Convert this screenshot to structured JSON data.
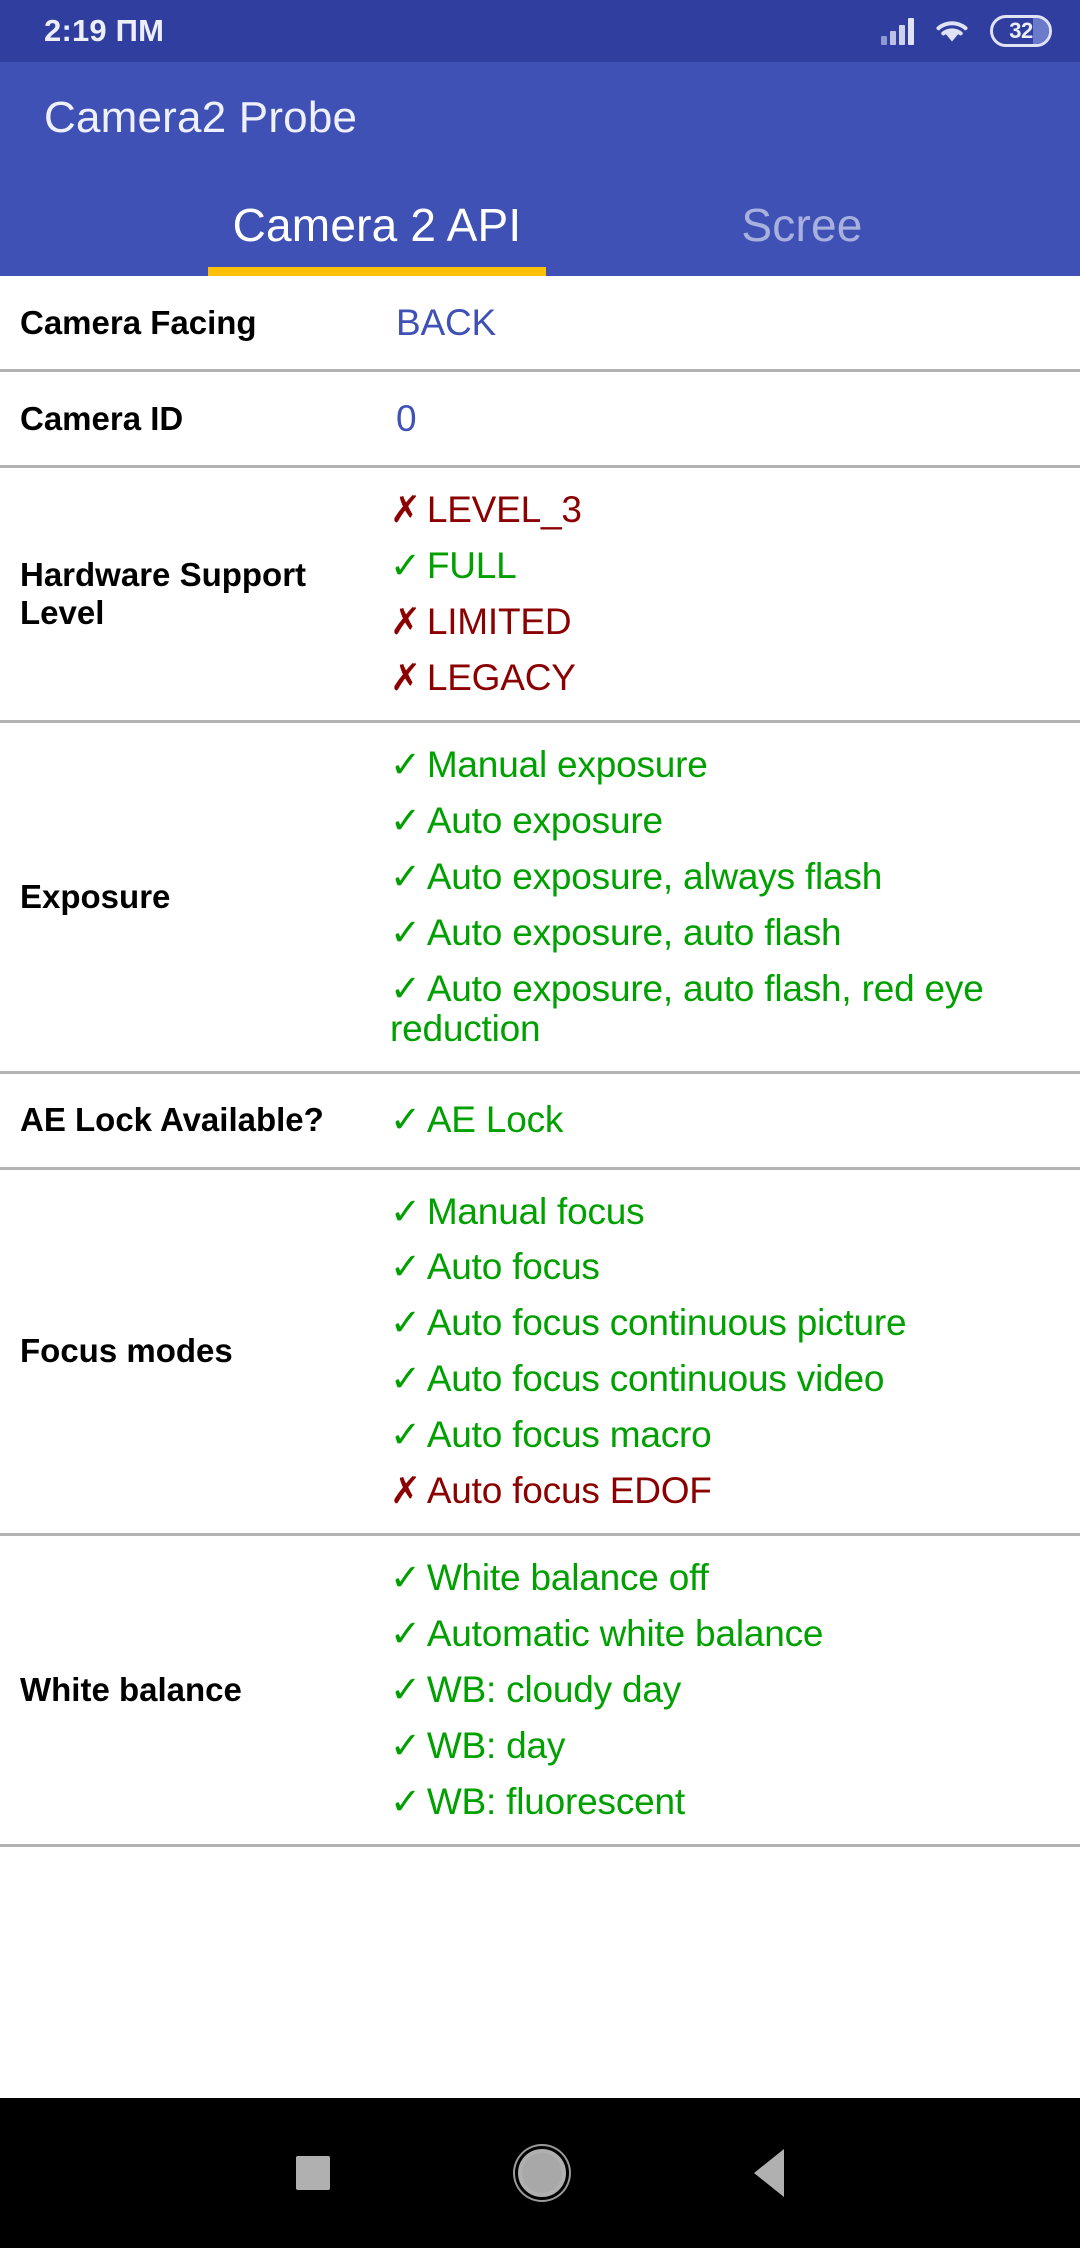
{
  "status_bar": {
    "clock": "2:19 ПМ",
    "battery_level": "32",
    "icons": [
      "signal-icon",
      "wifi-icon",
      "battery-icon"
    ]
  },
  "app_bar": {
    "title": "Camera2 Probe"
  },
  "tabs": [
    {
      "label": "Camera 2 API",
      "active": true
    },
    {
      "label": "Scree",
      "active": false
    }
  ],
  "colors": {
    "status_bar_bg": "#303F9F",
    "app_bar_bg": "#3F51B5",
    "tab_indicator": "#FFC107",
    "value_blue": "#3F51B5",
    "supported_green": "#00A000",
    "unsupported_red": "#8B0000",
    "divider": "#b3b3b3"
  },
  "table": {
    "rows": [
      {
        "label": "Camera Facing",
        "values": [
          {
            "mark": "",
            "text": "BACK",
            "state": "plain"
          }
        ]
      },
      {
        "label": "Camera ID",
        "values": [
          {
            "mark": "",
            "text": "0",
            "state": "plain"
          }
        ]
      },
      {
        "label": "Hardware Support Level",
        "values": [
          {
            "mark": "✗",
            "text": "LEVEL_3",
            "state": "no"
          },
          {
            "mark": "✓",
            "text": "FULL",
            "state": "yes"
          },
          {
            "mark": "✗",
            "text": "LIMITED",
            "state": "no"
          },
          {
            "mark": "✗",
            "text": "LEGACY",
            "state": "no"
          }
        ]
      },
      {
        "label": "Exposure",
        "values": [
          {
            "mark": "✓",
            "text": "Manual exposure",
            "state": "yes"
          },
          {
            "mark": "✓",
            "text": "Auto exposure",
            "state": "yes"
          },
          {
            "mark": "✓",
            "text": "Auto exposure, always flash",
            "state": "yes"
          },
          {
            "mark": "✓",
            "text": "Auto exposure, auto flash",
            "state": "yes"
          },
          {
            "mark": "✓",
            "text": "Auto exposure, auto flash, red eye reduction",
            "state": "yes"
          }
        ]
      },
      {
        "label": "AE Lock Available?",
        "values": [
          {
            "mark": "✓",
            "text": "AE Lock",
            "state": "yes"
          }
        ]
      },
      {
        "label": "Focus modes",
        "values": [
          {
            "mark": "✓",
            "text": "Manual focus",
            "state": "yes"
          },
          {
            "mark": "✓",
            "text": "Auto focus",
            "state": "yes"
          },
          {
            "mark": "✓",
            "text": "Auto focus continuous picture",
            "state": "yes"
          },
          {
            "mark": "✓",
            "text": "Auto focus continuous video",
            "state": "yes"
          },
          {
            "mark": "✓",
            "text": "Auto focus macro",
            "state": "yes"
          },
          {
            "mark": "✗",
            "text": "Auto focus EDOF",
            "state": "no"
          }
        ]
      },
      {
        "label": "White balance",
        "values": [
          {
            "mark": "✓",
            "text": "White balance off",
            "state": "yes"
          },
          {
            "mark": "✓",
            "text": "Automatic white balance",
            "state": "yes"
          },
          {
            "mark": "✓",
            "text": "WB: cloudy day",
            "state": "yes"
          },
          {
            "mark": "✓",
            "text": "WB: day",
            "state": "yes"
          },
          {
            "mark": "✓",
            "text": "WB: fluorescent",
            "state": "yes"
          }
        ]
      }
    ]
  },
  "nav_bar": {
    "buttons": [
      {
        "name": "recents-button",
        "icon": "square-icon"
      },
      {
        "name": "home-button",
        "icon": "circle-icon"
      },
      {
        "name": "back-button",
        "icon": "triangle-left-icon"
      }
    ]
  }
}
